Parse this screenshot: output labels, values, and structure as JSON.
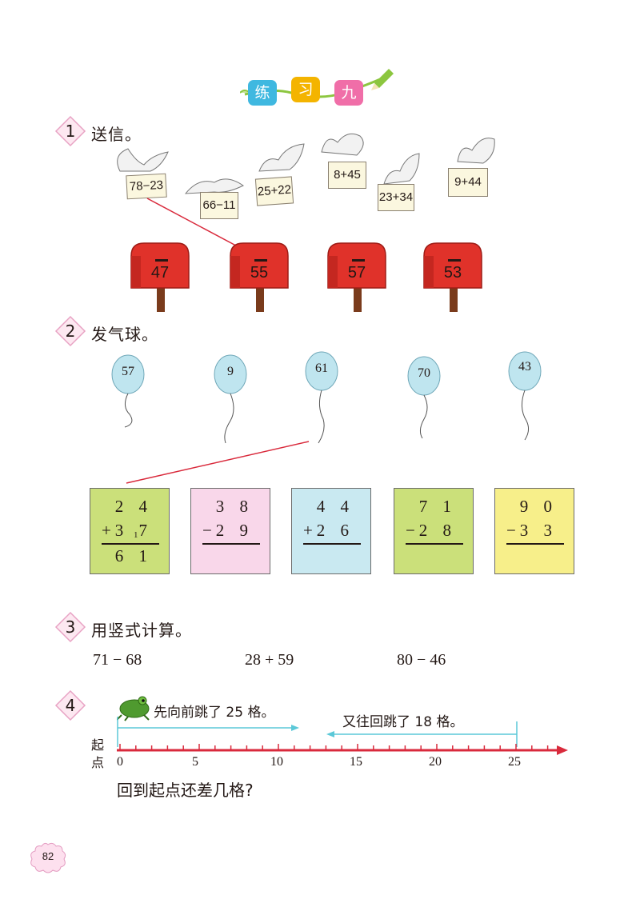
{
  "title": {
    "chars": [
      "练",
      "习",
      "九"
    ]
  },
  "section1": {
    "number": "1",
    "title": "送信。",
    "cards": [
      "78−23",
      "66−11",
      "25+22",
      "8+45",
      "23+34",
      "9+44"
    ],
    "mailboxes": [
      "47",
      "55",
      "57",
      "53"
    ]
  },
  "section2": {
    "number": "2",
    "title": "发气球。",
    "balloons": [
      "57",
      "9",
      "61",
      "70",
      "43"
    ],
    "problems": [
      {
        "top": "2 4",
        "op": "+",
        "bottom": "3 7",
        "carry": "1",
        "answer": "6 1",
        "color": "#cbe07a"
      },
      {
        "top": "3 8",
        "op": "−",
        "bottom": "2 9",
        "carry": "",
        "answer": "",
        "color": "#f9d7ea"
      },
      {
        "top": "4 4",
        "op": "+",
        "bottom": "2 6",
        "carry": "",
        "answer": "",
        "color": "#c9e9f1"
      },
      {
        "top": "7 1",
        "op": "−",
        "bottom": "2 8",
        "carry": "",
        "answer": "",
        "color": "#cbe07a"
      },
      {
        "top": "9 0",
        "op": "−",
        "bottom": "3 3",
        "carry": "",
        "answer": "",
        "color": "#f7ef8a"
      }
    ]
  },
  "section3": {
    "number": "3",
    "title": "用竖式计算。",
    "exercises": [
      "71 − 68",
      "28 + 59",
      "80 − 46"
    ]
  },
  "section4": {
    "number": "4",
    "forward_text": "先向前跳了 25 格。",
    "back_text": "又往回跳了 18 格。",
    "start_label_1": "起",
    "start_label_2": "点",
    "ticks": [
      "0",
      "5",
      "10",
      "15",
      "20",
      "25"
    ],
    "question": "回到起点还差几格?"
  },
  "page_number": "82",
  "colors": {
    "pill_1": "#3fb8e0",
    "pill_2": "#f4b400",
    "pill_3": "#f06ea8",
    "mailbox": "#e0322a",
    "line": "#d92a3c"
  }
}
